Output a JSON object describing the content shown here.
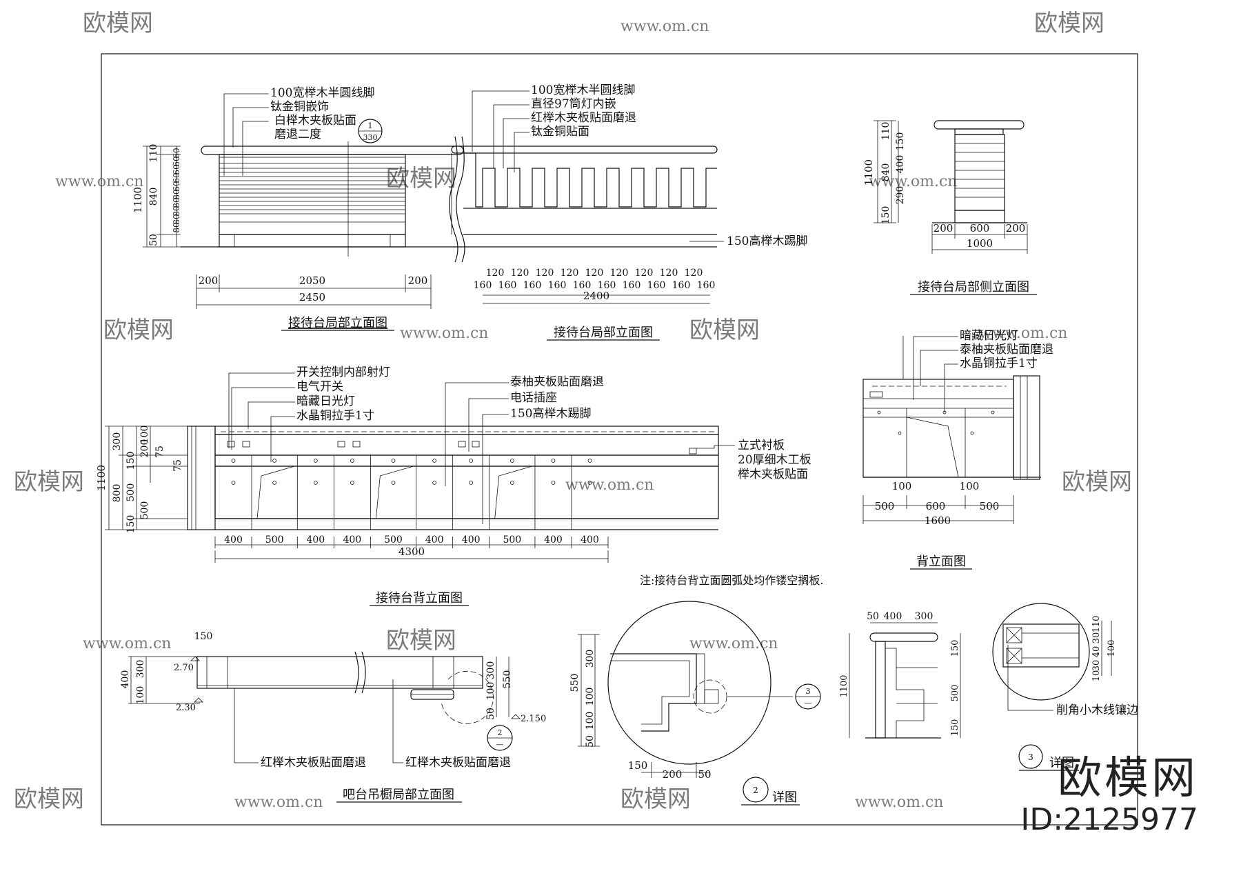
{
  "watermark": {
    "brand": "欧模网",
    "site": "www.om.cn"
  },
  "brand": {
    "name": "欧模网",
    "id": "ID:2125977"
  },
  "note": "注:接待台背立面圆弧处均作镂空搁板.",
  "views": {
    "front_left": {
      "title": "接待台局部立面图",
      "labels": [
        "100宽榉木半圆线脚",
        "钛金铜嵌饰",
        "白榉木夹板贴面",
        "磨退二度"
      ],
      "section_mark": {
        "num": "1",
        "sheet": "330"
      },
      "vdims": [
        "1100",
        "110",
        "840",
        "50"
      ],
      "vdims_small": [
        "60",
        "60",
        "60",
        "60",
        "60",
        "80",
        "80",
        "80",
        "80",
        "80"
      ],
      "hdims": [
        "200",
        "2050",
        "200"
      ],
      "total": "2450"
    },
    "front_right": {
      "title": "接待台局部立面图",
      "labels": [
        "100宽榉木半圆线脚",
        "直径97筒灯内嵌",
        "红榉木夹板贴面磨退",
        "钛金铜贴面"
      ],
      "bottom_label": "150高榉木踢脚",
      "hdims_top": [
        "120",
        "120",
        "120",
        "120",
        "120",
        "120",
        "120",
        "120",
        "120"
      ],
      "hdims_bottom": [
        "160",
        "160",
        "160",
        "160",
        "160",
        "160",
        "160",
        "160",
        "160",
        "160"
      ],
      "total": "2400"
    },
    "side": {
      "title": "接待台局部侧立面图",
      "vdims": [
        "1100",
        "110",
        "150",
        "840",
        "400",
        "290",
        "150"
      ],
      "hdims": [
        "200",
        "600",
        "200"
      ],
      "total": "1000"
    },
    "back": {
      "title": "接待台背立面图",
      "labels": [
        "开关控制内部射灯",
        "电气开关",
        "暗藏日光灯",
        "水晶铜拉手1寸",
        "泰柚夹板贴面磨退",
        "电话插座",
        "150高榉木踢脚"
      ],
      "right_labels": [
        "立式衬板",
        "20厚细木工板",
        "榉木夹板贴面"
      ],
      "vdims": [
        "1100",
        "300",
        "800",
        "150",
        "500",
        "150",
        "100",
        "200",
        "75",
        "75",
        "500"
      ],
      "hdims": [
        "400",
        "500",
        "400",
        "400",
        "500",
        "400",
        "400",
        "500",
        "400",
        "400"
      ],
      "total": "4300"
    },
    "back_side": {
      "title": "背立面图",
      "labels": [
        "暗藏日光灯",
        "泰柚夹板贴面磨退",
        "水晶铜拉手1寸"
      ],
      "hdims_top": [
        "100",
        "100"
      ],
      "hdims": [
        "500",
        "600",
        "500"
      ],
      "total": "1600"
    },
    "bar_plan": {
      "title": "吧台吊橱局部立面图",
      "labels": [
        "红榉木夹板贴面磨退",
        "红榉木夹板贴面磨退"
      ],
      "dims": [
        "150",
        "400",
        "300",
        "100",
        "300",
        "100",
        "550",
        "50"
      ],
      "levels": [
        "2.70",
        "2.30",
        "2.150"
      ],
      "section_mark": {
        "num": "2",
        "sheet": "—"
      }
    },
    "detail2": {
      "title": "详图",
      "mark": "2",
      "vdims": [
        "550",
        "300",
        "100",
        "100",
        "50"
      ],
      "hdims": [
        "150",
        "200",
        "50"
      ],
      "section_mark": {
        "num": "3",
        "sheet": "—"
      }
    },
    "section": {
      "dims_top": [
        "50",
        "400",
        "300"
      ],
      "dims_side": [
        "1100",
        "150",
        "500",
        "150"
      ]
    },
    "detail3": {
      "title": "详图",
      "mark": "3",
      "label": "削角小木线镶边",
      "vdims": [
        "110",
        "30",
        "40",
        "30",
        "100",
        "10"
      ]
    }
  }
}
